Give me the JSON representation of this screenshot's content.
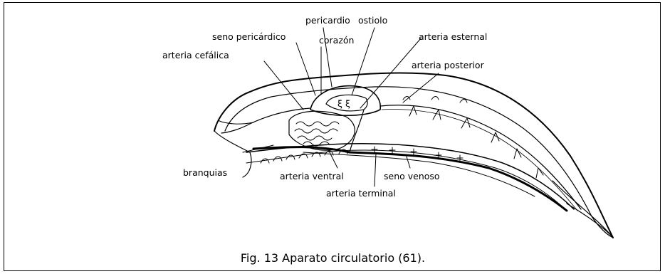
{
  "figure": {
    "caption": "Fig. 13 Aparato circulatorio (61).",
    "labels": {
      "pericardio": "pericardio",
      "ostiolo": "ostiolo",
      "seno_pericardico": "seno pericárdico",
      "corazon": "corazón",
      "arteria_esternal": "arteria esternal",
      "arteria_cefalica": "arteria  cefálica",
      "arteria_posterior": "arteria posterior",
      "branquias": "branquias",
      "arteria_ventral": "arteria ventral",
      "seno_venoso": "seno venoso",
      "arteria_terminal": "arteria terminal"
    }
  }
}
